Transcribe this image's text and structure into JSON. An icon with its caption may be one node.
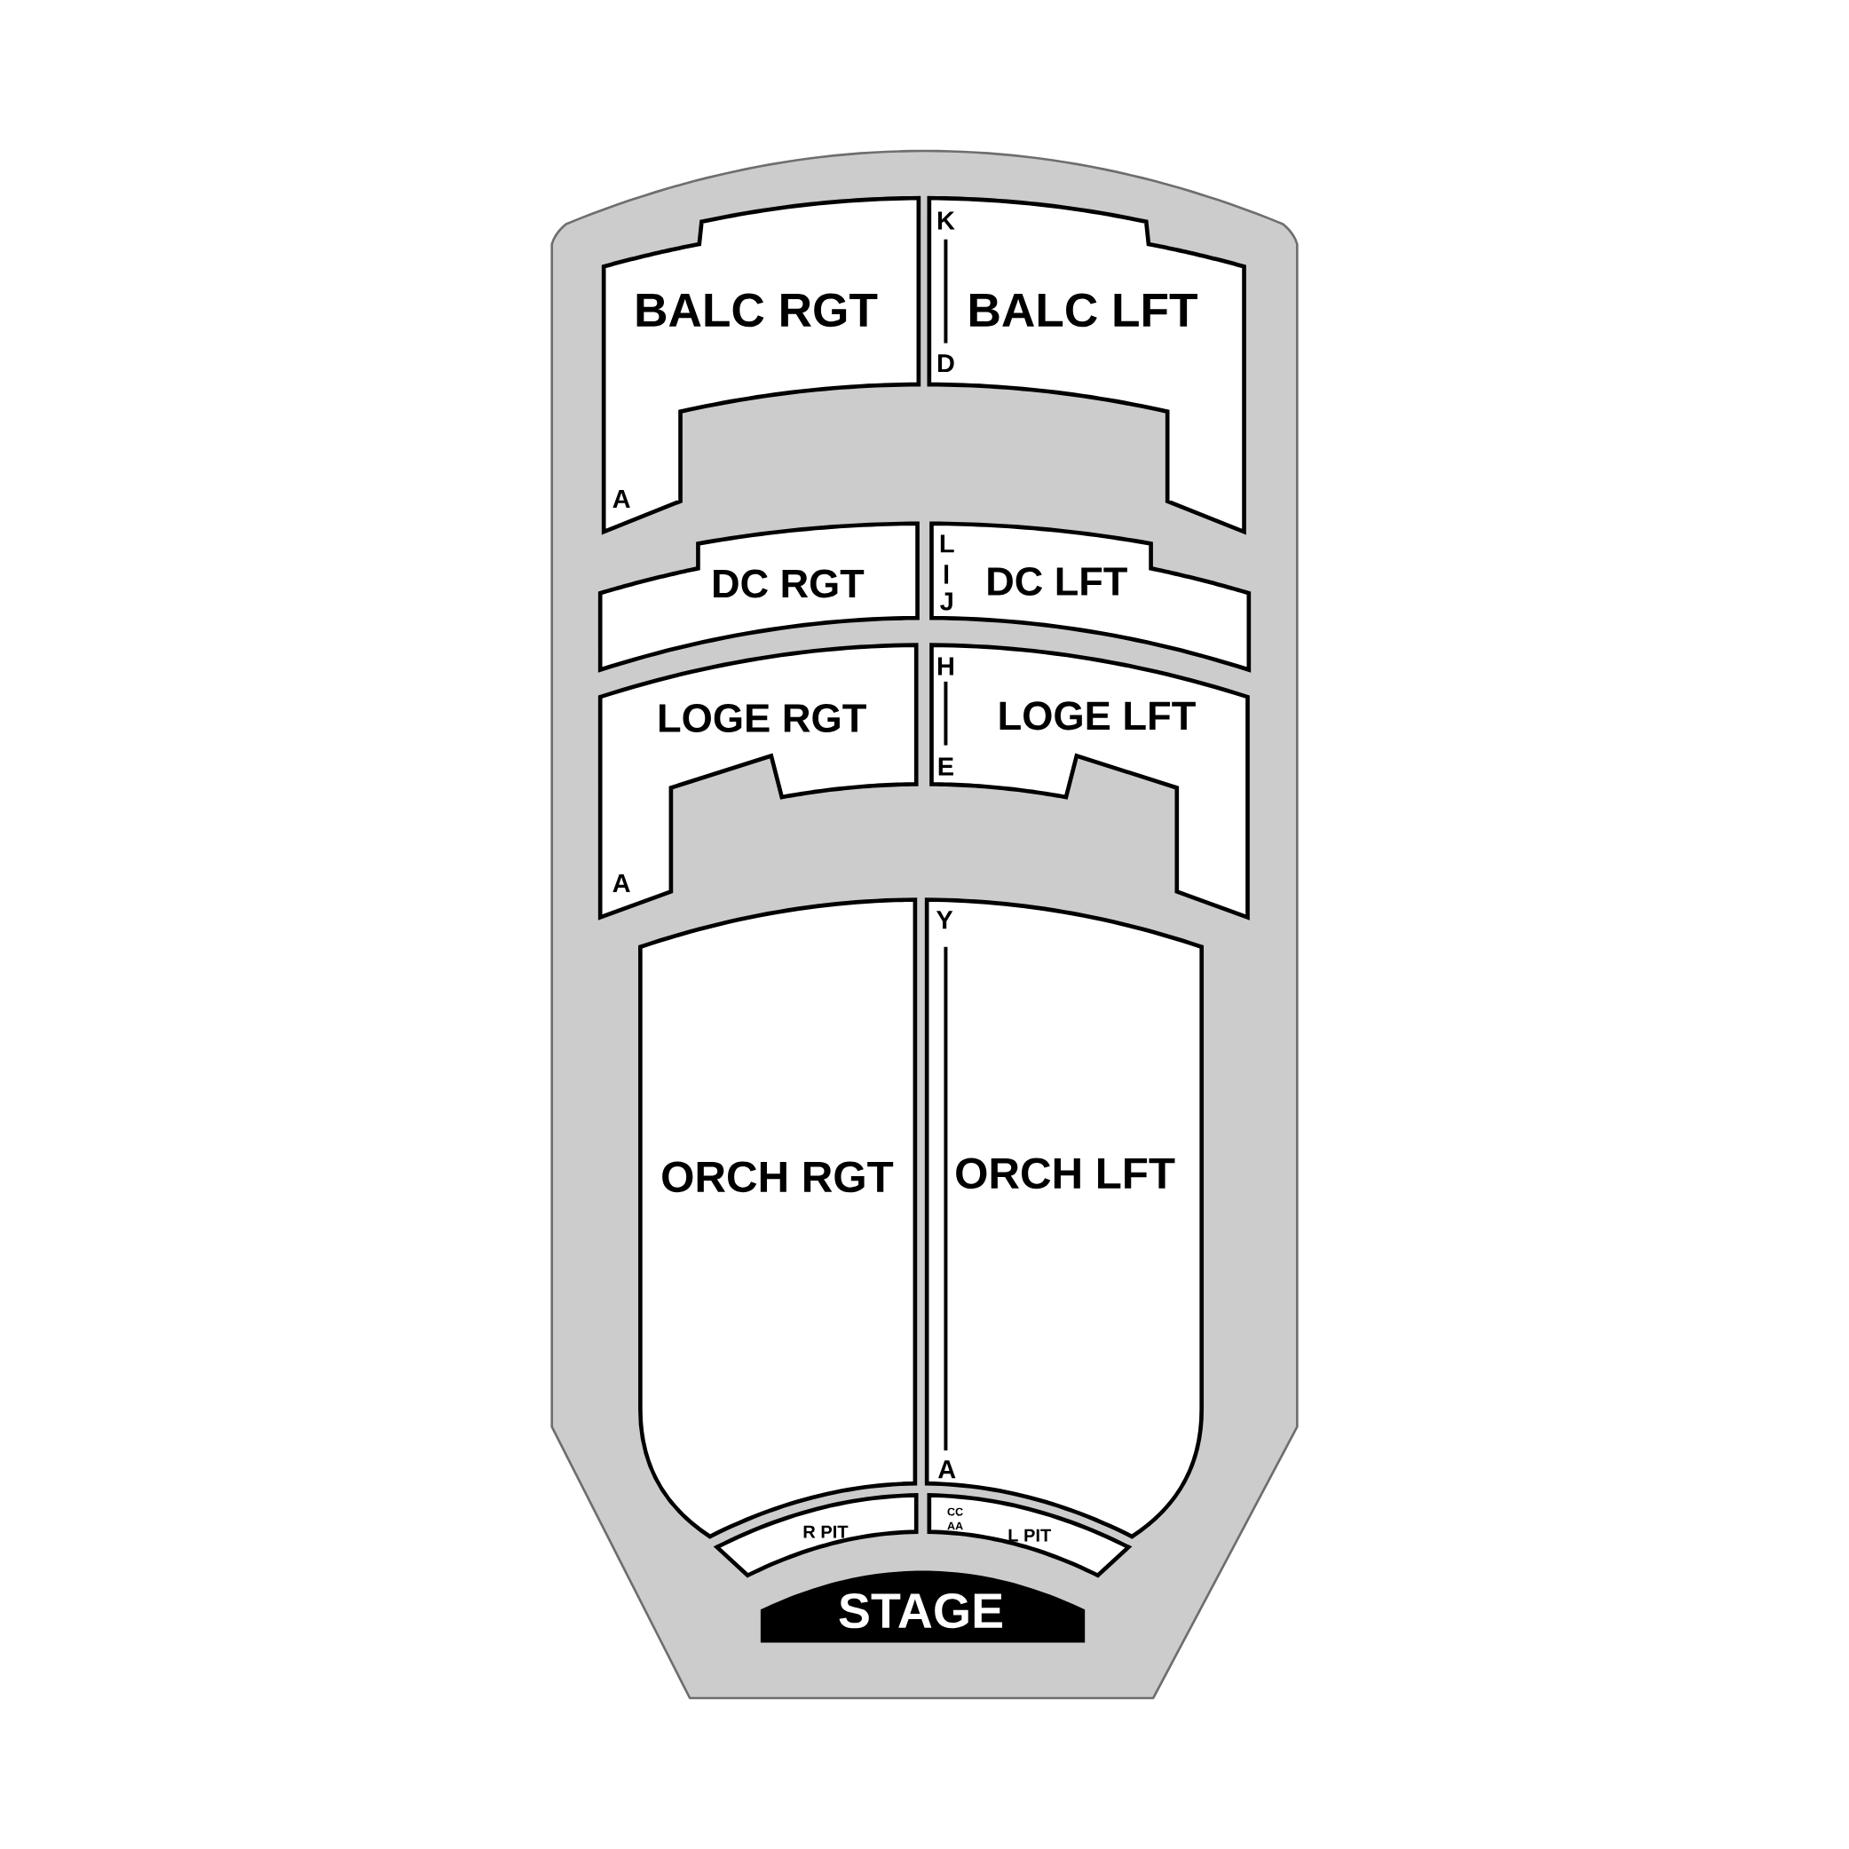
{
  "diagram": {
    "nodes": [
      {
        "text": [
          "BALC RGT",
          "A"
        ]
      },
      {
        "text": [
          "K",
          "BALC LFT",
          "D"
        ]
      },
      {
        "text": [
          "DC RGT"
        ]
      },
      {
        "text": [
          "L",
          "DC LFT",
          "J"
        ]
      },
      {
        "text": [
          "LOGE RGT",
          "A"
        ]
      },
      {
        "text": [
          "H",
          "LOGE LFT",
          "E"
        ]
      },
      {
        "text": [
          "ORCH RGT"
        ]
      },
      {
        "text": [
          "Y",
          "ORCH LFT",
          "A"
        ]
      },
      {
        "text": [
          "R PIT"
        ]
      },
      {
        "text": [
          "CC",
          "AA",
          "L PIT"
        ]
      },
      {
        "text": [
          "STAGE"
        ]
      }
    ]
  }
}
